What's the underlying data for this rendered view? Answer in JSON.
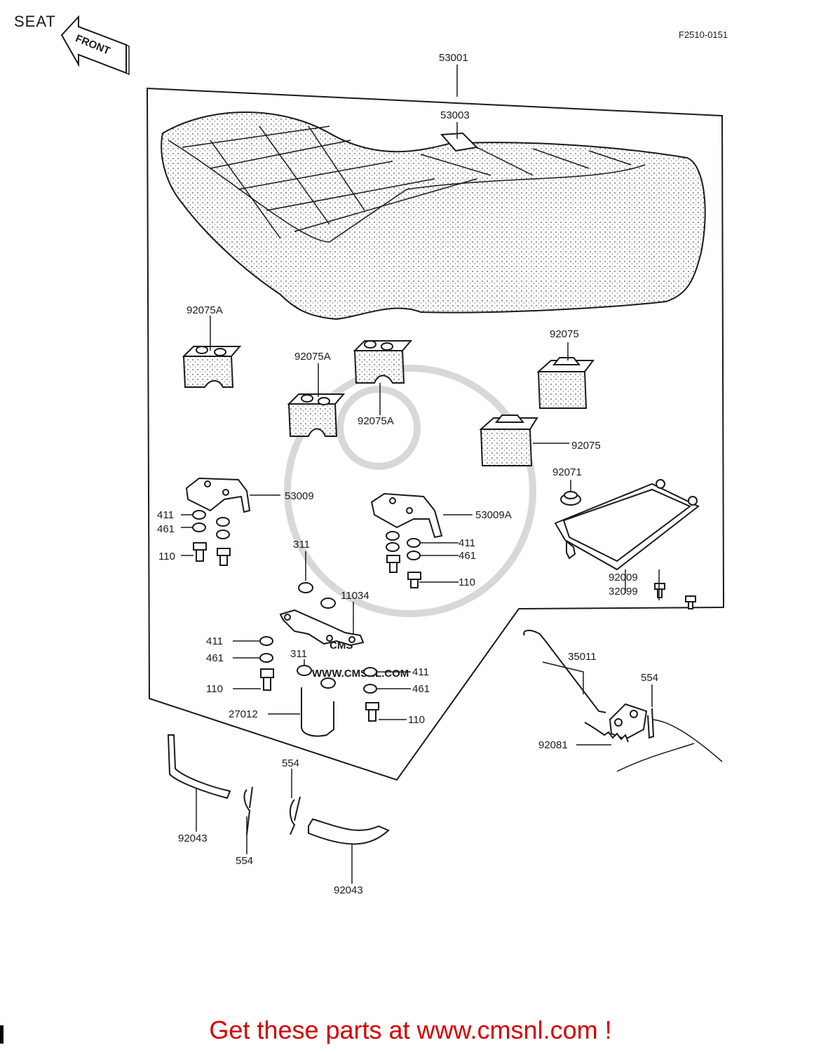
{
  "header": {
    "title": "SEAT",
    "front_label": "FRONT",
    "figure_code": "F2510-0151"
  },
  "watermark": {
    "big": "CMS",
    "url": "WWW.CMSNL.COM"
  },
  "callouts": {
    "seat_assembly": "53001",
    "strap": "53003",
    "damper_a_left": "92075A",
    "damper_a_mid_lower": "92075A",
    "damper_a_mid_upper": "92075A",
    "damper_right_upper": "92075",
    "damper_right_lower": "92075",
    "bracket_left": "53009",
    "bracket_mid": "53009A",
    "washer_411_left": "411",
    "washer_461_left": "461",
    "bolt_110_left": "110",
    "nut_311_upper": "311",
    "washer_411_mid": "411",
    "washer_461_mid": "461",
    "bolt_110_mid": "110",
    "bracket_lower": "11034",
    "washer_411_lower_left": "411",
    "washer_461_lower_left": "461",
    "nut_311_lower": "311",
    "bolt_110_lower_left": "110",
    "washer_411_lower_right": "411",
    "washer_461_lower_right": "461",
    "u_bolt": "27012",
    "bolt_110_lower_right": "110",
    "grommet": "92071",
    "tray": "32099",
    "screw": "92009",
    "hinge_rod": "35011",
    "pin_right": "554",
    "spring": "92081",
    "rod_left": "92043",
    "pin_lower_left": "554",
    "pin_lower_mid": "554",
    "rod_lower": "92043"
  },
  "footer": {
    "link_text": "Get these parts at www.cmsnl.com !",
    "link_color": "#d40000"
  }
}
